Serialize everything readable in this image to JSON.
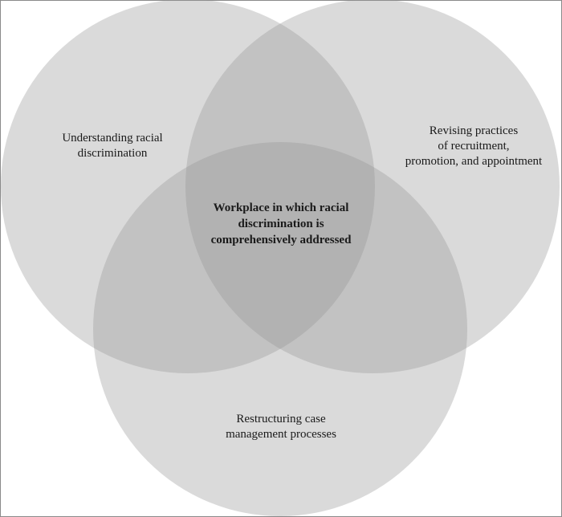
{
  "diagram": {
    "circles": [
      {
        "id": "left",
        "label": "Understanding racial\ndiscrimination",
        "fill": "#a6a6a6"
      },
      {
        "id": "right",
        "label": "Revising practices\nof recruitment,\npromotion, and appointment",
        "fill": "#a6a6a6"
      },
      {
        "id": "bottom",
        "label": "Restructuring case\nmanagement processes",
        "fill": "#a6a6a6"
      }
    ],
    "center_label": "Workplace in which racial\ndiscrimination is\ncomprehensively addressed"
  }
}
